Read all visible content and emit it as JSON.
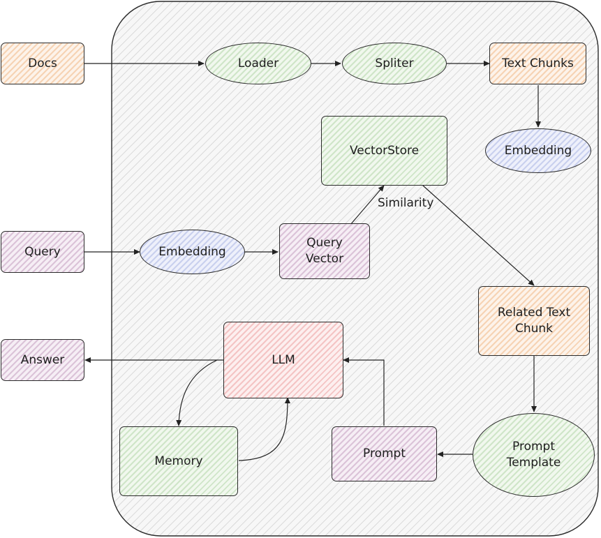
{
  "nodes": {
    "docs": "Docs",
    "loader": "Loader",
    "spliter": "Spliter",
    "text_chunks": "Text Chunks",
    "embedding_doc": "Embedding",
    "vectorstore": "VectorStore",
    "query": "Query",
    "embedding_query": "Embedding",
    "query_vector_line1": "Query",
    "query_vector_line2": "Vector",
    "related_line1": "Related Text",
    "related_line2": "Chunk",
    "answer": "Answer",
    "llm": "LLM",
    "memory": "Memory",
    "prompt": "Prompt",
    "prompt_template_line1": "Prompt",
    "prompt_template_line2": "Template"
  },
  "edge_labels": {
    "similarity": "Similarity"
  },
  "colors": {
    "orange": "#f6d3b4",
    "green": "#cfe5c8",
    "purple": "#dbc3d8",
    "blue": "#c9d0ee",
    "red": "#f4c4c4",
    "stroke": "#2a2a2a"
  }
}
